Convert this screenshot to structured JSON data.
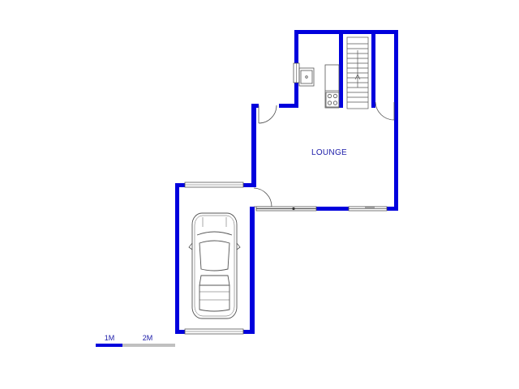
{
  "plan": {
    "rooms": [
      {
        "label": "LOUNGE"
      }
    ],
    "scale_bar": {
      "labels": [
        "1M",
        "2M"
      ]
    },
    "colors": {
      "wall": "#0000dd",
      "fixture": "#555555",
      "scale_light": "#c0c0c0",
      "text": "#1a1aa8"
    }
  }
}
